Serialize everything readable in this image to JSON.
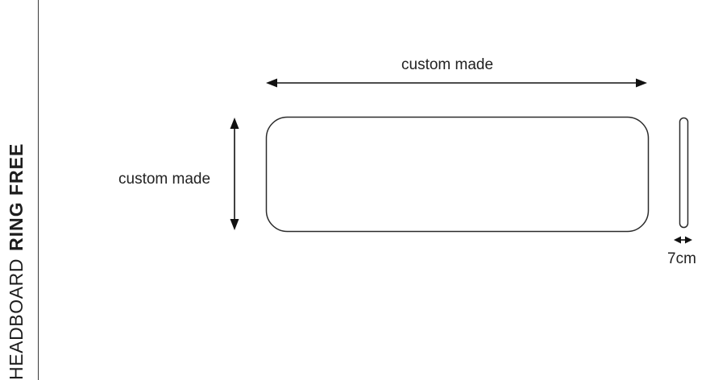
{
  "page": {
    "background_color": "#ffffff",
    "line_color": "#2b2b2b",
    "dimension_color": "#111111",
    "text_color": "#1d1d1d"
  },
  "side_caption": {
    "name": "headboard-ring-free",
    "regular_text": "HEADBOARD",
    "bold_text": "RING FREE"
  },
  "dimensions": {
    "width_label": "custom made",
    "height_label": "custom made",
    "depth_label": "7cm"
  },
  "diagram": {
    "front_view_name": "headboard-front-view",
    "side_view_name": "headboard-side-view",
    "width_arrow_name": "width-dimension-arrow",
    "height_arrow_name": "height-dimension-arrow",
    "depth_arrow_name": "depth-dimension-arrow"
  }
}
